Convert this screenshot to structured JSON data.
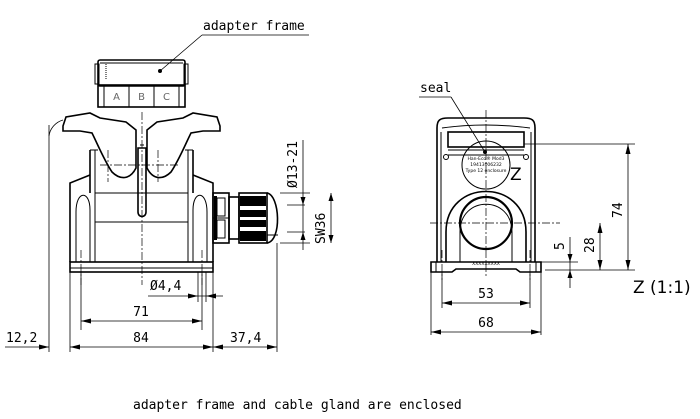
{
  "labels": {
    "adapter_frame": "adapter frame",
    "seal": "seal",
    "footer": "adapter frame and cable gland are enclosed",
    "view_label": "Z (1:1)",
    "view_marker": "Z"
  },
  "adapter_frame_slots": [
    "A",
    "B",
    "C"
  ],
  "seal_stamp": [
    "Han-Eco® Mod3",
    "19413006232",
    "Type 12 enclosure"
  ],
  "seal_stamp_footer": "XXXXXXXXX",
  "side_view_dimensions": {
    "gland_diameter": "Ø13-21",
    "gland_wrench": "SW36",
    "hole_diameter": "Ø4,4",
    "hole_spacing": "71",
    "base_width": "84",
    "left_offset": "12,2",
    "gland_projection": "37,4"
  },
  "front_view_dimensions": {
    "height": "74",
    "axis_height": "28",
    "base_thickness": "5",
    "hole_spacing": "53",
    "base_width": "68"
  }
}
